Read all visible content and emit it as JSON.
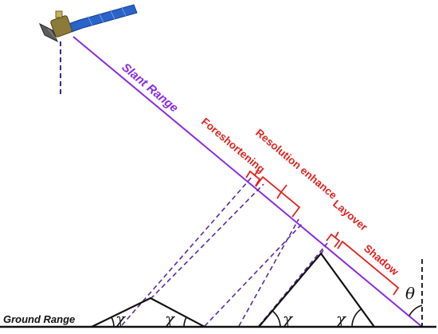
{
  "labels": {
    "slant_range": "Slant Range",
    "foreshortening": "Foreshortening",
    "resolution_enhance": "Resolution enhance",
    "layover": "Layover",
    "shadow": "Shadow",
    "ground_range": "Ground Range",
    "incidence_angle": "θ",
    "slope_angle": "χ"
  },
  "colors": {
    "slant_range": "#8a2be2",
    "annotation": "#e0231f",
    "ground": "#111111",
    "projection": "#5b2a9e"
  },
  "icons": {
    "satellite": "satellite-icon"
  }
}
